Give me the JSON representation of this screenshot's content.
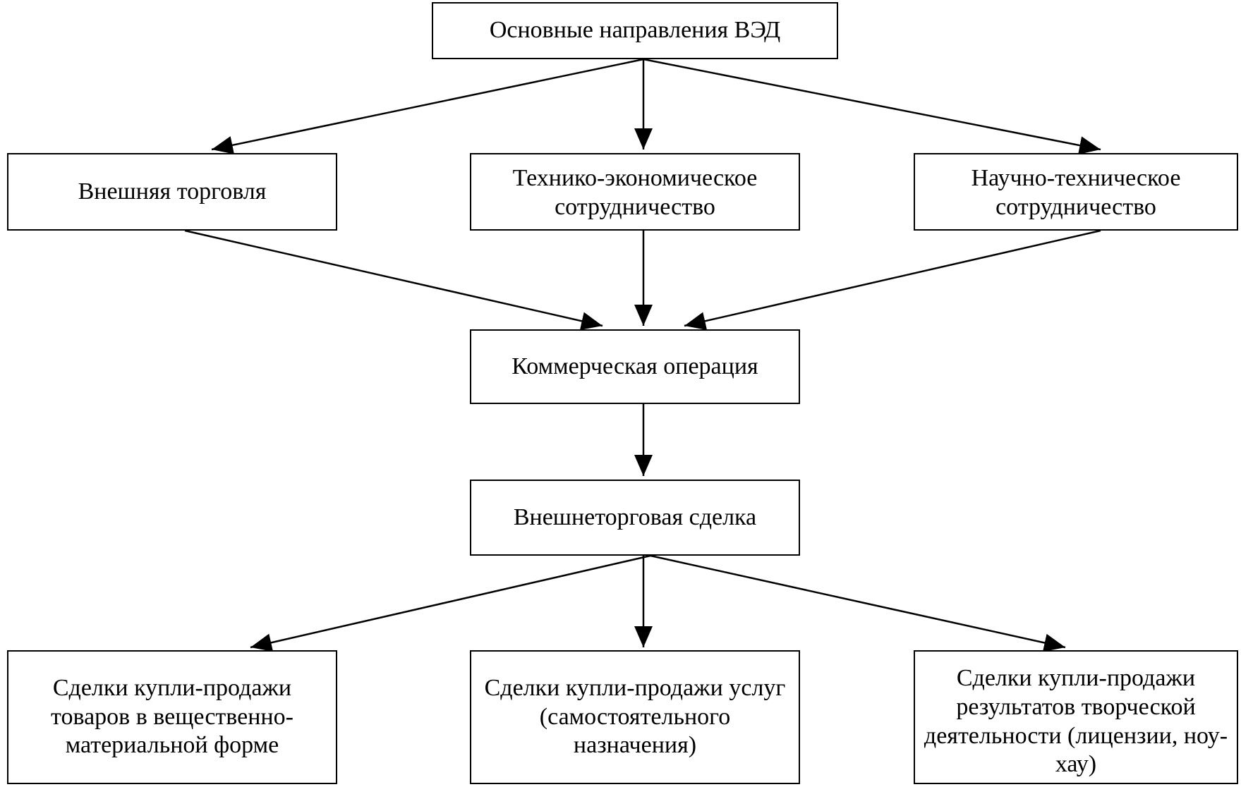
{
  "diagram": {
    "root": "Основные направления ВЭД",
    "directions": [
      "Внешняя торговля",
      "Технико-экономическое сотрудничество",
      "Научно-техническое сотрудничество"
    ],
    "operation": "Коммерческая операция",
    "deal": "Внешнеторговая сделка",
    "deal_types": [
      "Сделки купли-продажи товаров в вещественно-материальной форме",
      "Сделки купли-продажи услуг (самостоятельного назначения)",
      "Сделки купли-продажи результатов творческой деятельности (лицензии, ноу-хау)"
    ]
  },
  "colors": {
    "line": "#000000",
    "box_fill": "#ffffff",
    "text": "#000000"
  }
}
